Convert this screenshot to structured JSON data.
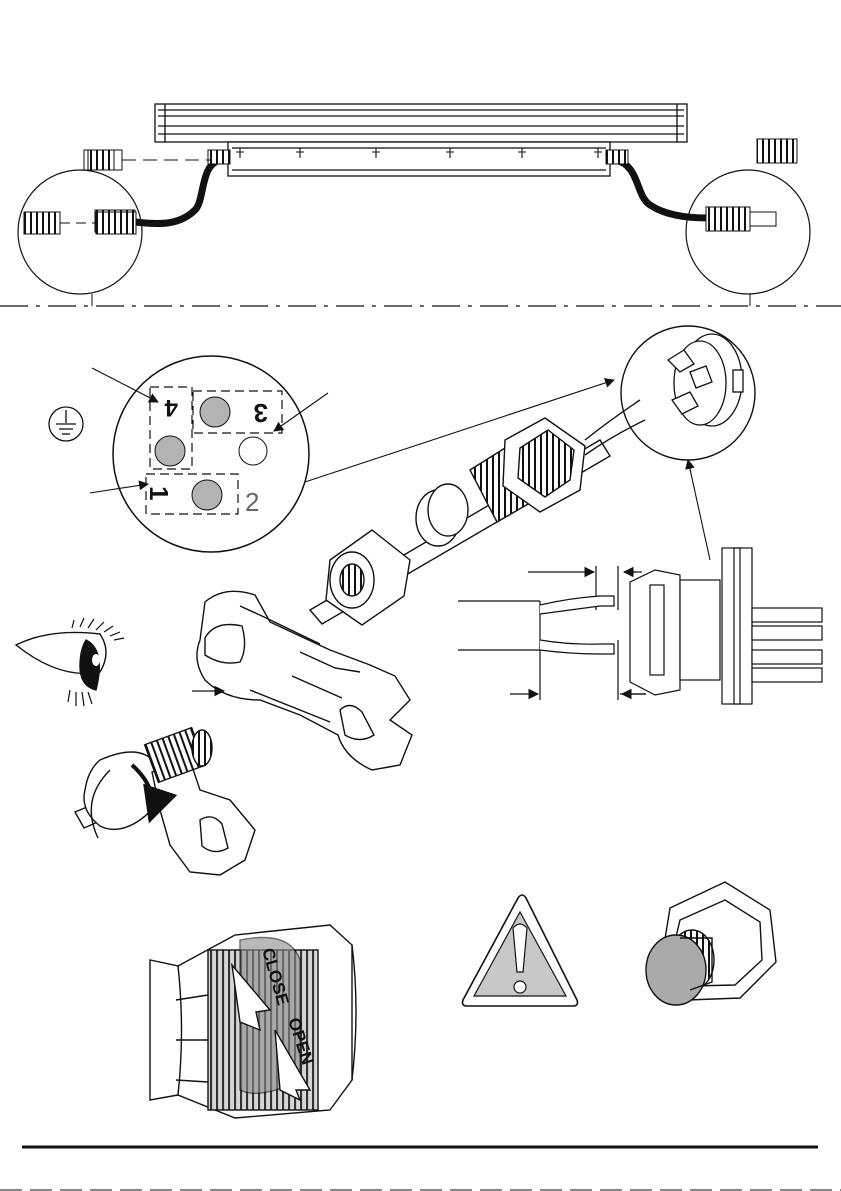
{
  "figure": {
    "connector_pins": {
      "pin1": "1",
      "pin2": "2",
      "pin3": "3",
      "pin4": "4"
    },
    "ring_labels": {
      "close": "CLOSE",
      "open": "OPEN"
    },
    "icons": {
      "ground": "ground-symbol-icon",
      "eye": "eye-icon",
      "warning": "warning-triangle-icon",
      "arrow": "arrow-icon"
    },
    "colors": {
      "line": "#111111",
      "pin_fill": "#b3b3b3",
      "warning_fill": "#c8c8c8",
      "ring_fill": "#8c8c8c",
      "cap_fill": "#aaaaaa"
    }
  }
}
